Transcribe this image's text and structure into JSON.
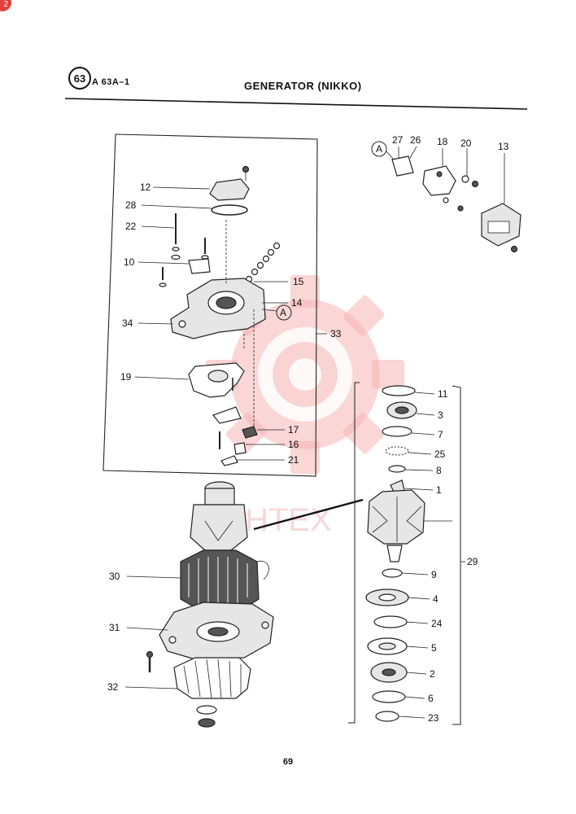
{
  "header": {
    "section_number": "63",
    "figure_code": "A 63A–1",
    "title": "GENERATOR (NIKKO)"
  },
  "corner_badge": "2",
  "watermark_text": "IHTEX",
  "page_number": "69",
  "callout_marker": "A",
  "callouts": {
    "c12": "12",
    "c28": "28",
    "c22": "22",
    "c10": "10",
    "c15": "15",
    "c14": "14",
    "c34": "34",
    "c33": "33",
    "c19": "19",
    "c17": "17",
    "c16": "16",
    "c21": "21",
    "c27": "27",
    "c26": "26",
    "c18": "18",
    "c20": "20",
    "c13": "13",
    "c11": "11",
    "c3": "3",
    "c7": "7",
    "c25": "25",
    "c8": "8",
    "c1": "1",
    "c29": "29",
    "c9": "9",
    "c4": "4",
    "c24": "24",
    "c5": "5",
    "c2": "2",
    "c6": "6",
    "c23": "23",
    "c30": "30",
    "c31": "31",
    "c32": "32"
  }
}
